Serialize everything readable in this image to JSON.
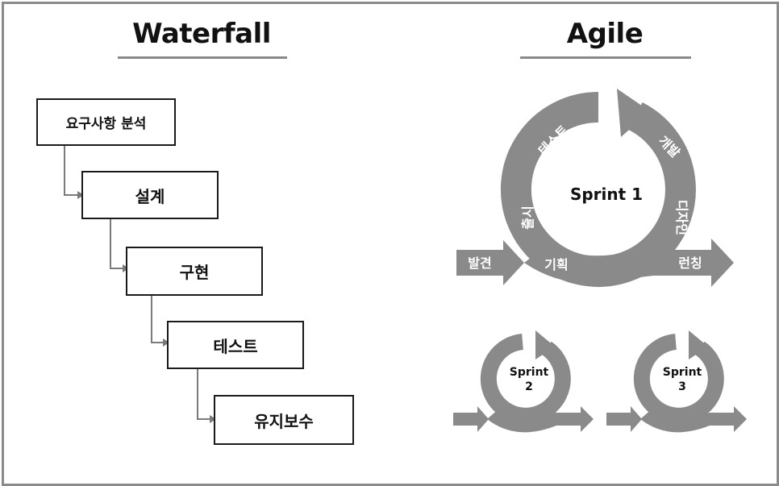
{
  "waterfall": {
    "title": "Waterfall",
    "steps": [
      "요구사항 분석",
      "설계",
      "구현",
      "테스트",
      "유지보수"
    ]
  },
  "agile": {
    "title": "Agile",
    "main_cycle": {
      "center": "Sprint 1",
      "stages": [
        "테스트",
        "개발",
        "디자인",
        "출시",
        "기획"
      ],
      "entry": "발견",
      "exit": "런칭"
    },
    "small_cycles": [
      {
        "line1": "Sprint",
        "line2": "2"
      },
      {
        "line1": "Sprint",
        "line2": "3"
      }
    ]
  },
  "colors": {
    "arrow_fill": "#8a8a8a",
    "box_border": "#1a1a1a",
    "frame": "#8a8a8a"
  }
}
